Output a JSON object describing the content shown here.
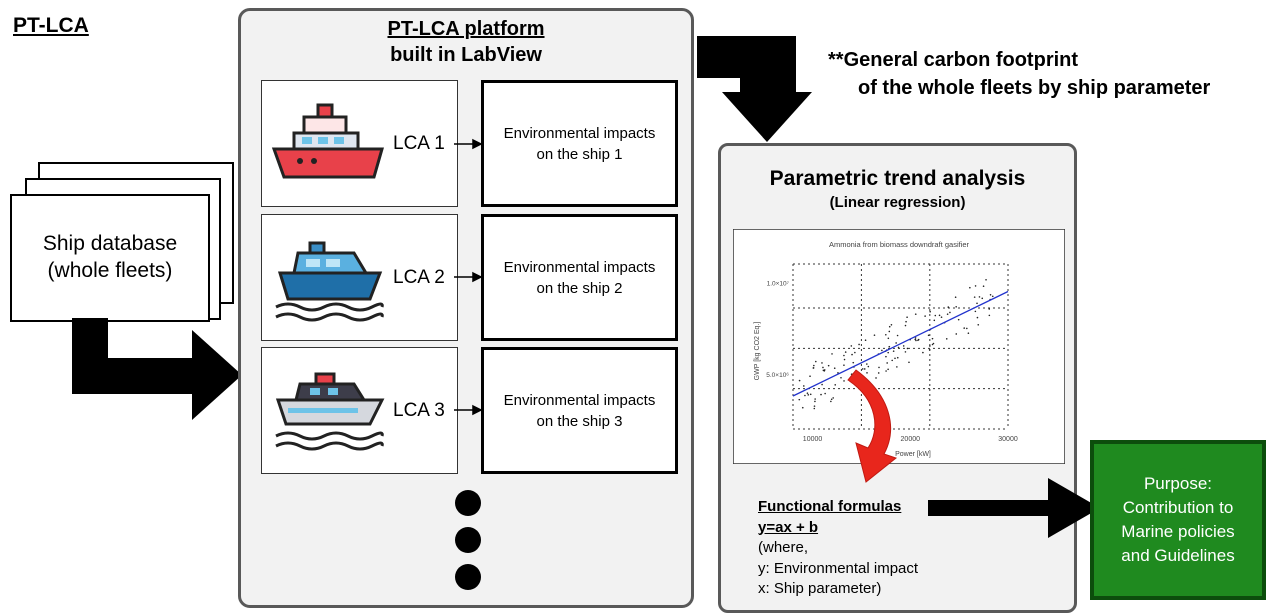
{
  "title": "PT-LCA",
  "database": {
    "line1": "Ship database",
    "line2": "(whole fleets)"
  },
  "platform": {
    "title_line1": "PT-LCA platform",
    "title_line2": "built in LabView"
  },
  "ships": [
    {
      "lca_label": "LCA 1",
      "impact_line1": "Environmental impacts",
      "impact_line2": "on the ship 1",
      "icon": "cruise-ship-icon"
    },
    {
      "lca_label": "LCA 2",
      "impact_line1": "Environmental impacts",
      "impact_line2": "on the ship 2",
      "icon": "motor-boat-icon"
    },
    {
      "lca_label": "LCA 3",
      "impact_line1": "Environmental impacts",
      "impact_line2": "on the ship 3",
      "icon": "yacht-icon"
    }
  ],
  "note": {
    "line1": "**General carbon footprint",
    "line2": "of the whole fleets by ship parameter"
  },
  "trend": {
    "title": "Parametric trend analysis",
    "subtitle": "(Linear regression)"
  },
  "chart_data": {
    "type": "scatter",
    "title": "Ammonia from biomass downdraft gasifier",
    "xlabel": "Power [kW]",
    "ylabel": "GWP [kg CO2 Eq.]",
    "x_ticks": [
      "10000",
      "20000",
      "30000"
    ],
    "y_ticks": [
      "5.0×10⁶",
      "1.0×10⁷"
    ],
    "xlim": [
      8000,
      30000
    ],
    "ylim": [
      2000000,
      11000000
    ],
    "grid": true,
    "regression": {
      "x": [
        8000,
        30000
      ],
      "y": [
        3800000,
        9500000
      ]
    }
  },
  "formula": {
    "heading": "Functional formulas",
    "equation": "y=ax + b",
    "where": "(where,",
    "y_def": "y: Environmental impact",
    "x_def": "x: Ship parameter)"
  },
  "purpose": {
    "line1": "Purpose:",
    "line2": "Contribution to",
    "line3": "Marine policies",
    "line4": "and Guidelines"
  },
  "colors": {
    "purpose_green": "#1f8a1f",
    "curve_red": "#e8261c",
    "regression_blue": "#2233cc"
  }
}
